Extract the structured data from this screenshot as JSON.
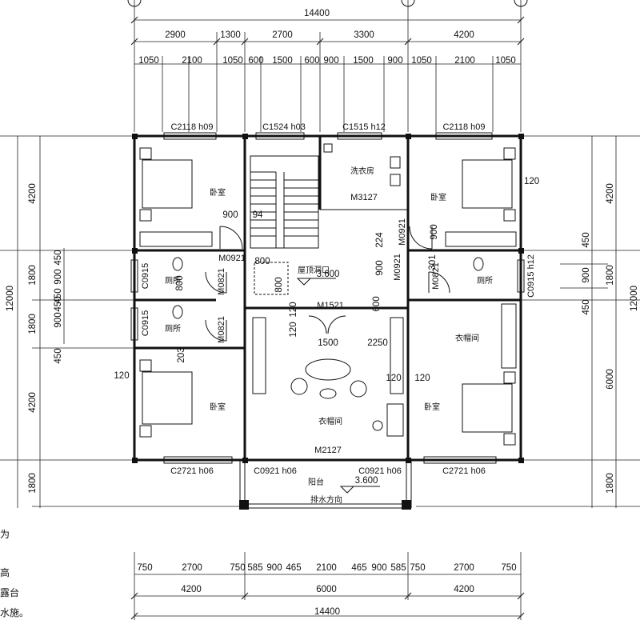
{
  "dims": {
    "top_total": "14400",
    "top_row2": [
      "2900",
      "1300",
      "2700",
      "3300",
      "4200"
    ],
    "top_row3": [
      "1050",
      "2100",
      "1050",
      "600",
      "1500",
      "600",
      "900",
      "1500",
      "900",
      "1050",
      "2100",
      "1050"
    ],
    "bottom_row1": [
      "750",
      "2700",
      "750",
      "585",
      "900",
      "465",
      "2100",
      "465",
      "900",
      "585",
      "750",
      "2700",
      "750"
    ],
    "bottom_row2": [
      "4200",
      "6000",
      "4200"
    ],
    "bottom_total": "14400",
    "left_outer": "12000",
    "left_segments": [
      "4200",
      "1800",
      "1800",
      "4200",
      "1800"
    ],
    "left_inner": [
      "450",
      "900",
      "450",
      "900",
      "450",
      "450"
    ],
    "right_outer": "12000",
    "right_segments": [
      "4200",
      "1800",
      "6000",
      "1800"
    ],
    "right_inner": [
      "450",
      "900",
      "450"
    ]
  },
  "codes": {
    "top_windows": [
      "C2118 h09",
      "C1524 h03",
      "C1515 h12",
      "C2118 h09"
    ],
    "bottom_windows": [
      "C2721 h06",
      "C0921 h06",
      "C0921 h06",
      "C2721 h06"
    ],
    "door_m3127": "M3127",
    "door_m1521": "M1521",
    "door_m2127": "M2127",
    "door_m0921_a": "M0921",
    "door_m0921_b": "M0921",
    "door_m0921_c": "M0921",
    "door_m0821_a": "M0821",
    "door_m0821_b": "M0821",
    "door_m0821_c": "M0821",
    "win_c0915_a": "C0915",
    "win_c0915_b": "C0915",
    "win_c0915_h12": "C0915 h12"
  },
  "rooms": {
    "bedroom_tl": "卧室",
    "bedroom_tr": "卧室",
    "bedroom_bl": "卧室",
    "bedroom_br": "卧室",
    "laundry": "洗衣房",
    "bath_1": "厕所",
    "bath_2": "厕所",
    "bath_3": "厕所",
    "closet_center": "衣帽间",
    "closet_right": "衣帽间",
    "balcony": "阳台",
    "roof_hatch": "屋顶洞口",
    "drain_dir": "排水方向"
  },
  "elevations": {
    "e1": "3.600",
    "e2": "3.600"
  },
  "inner_dims": {
    "d900": "900",
    "d94": "94",
    "d800a": "800",
    "d800b": "800",
    "d800c": "800",
    "d120a": "120",
    "d120b": "120",
    "d120c": "120",
    "d120d": "120",
    "d120e": "120",
    "d120f": "120",
    "d224": "224",
    "d900b": "900",
    "d900c": "900",
    "d600": "600",
    "d1500": "1500",
    "d2250": "2250",
    "d203": "203",
    "d301": "301"
  },
  "notes": [
    "为",
    "高",
    "露台",
    "水施。"
  ]
}
